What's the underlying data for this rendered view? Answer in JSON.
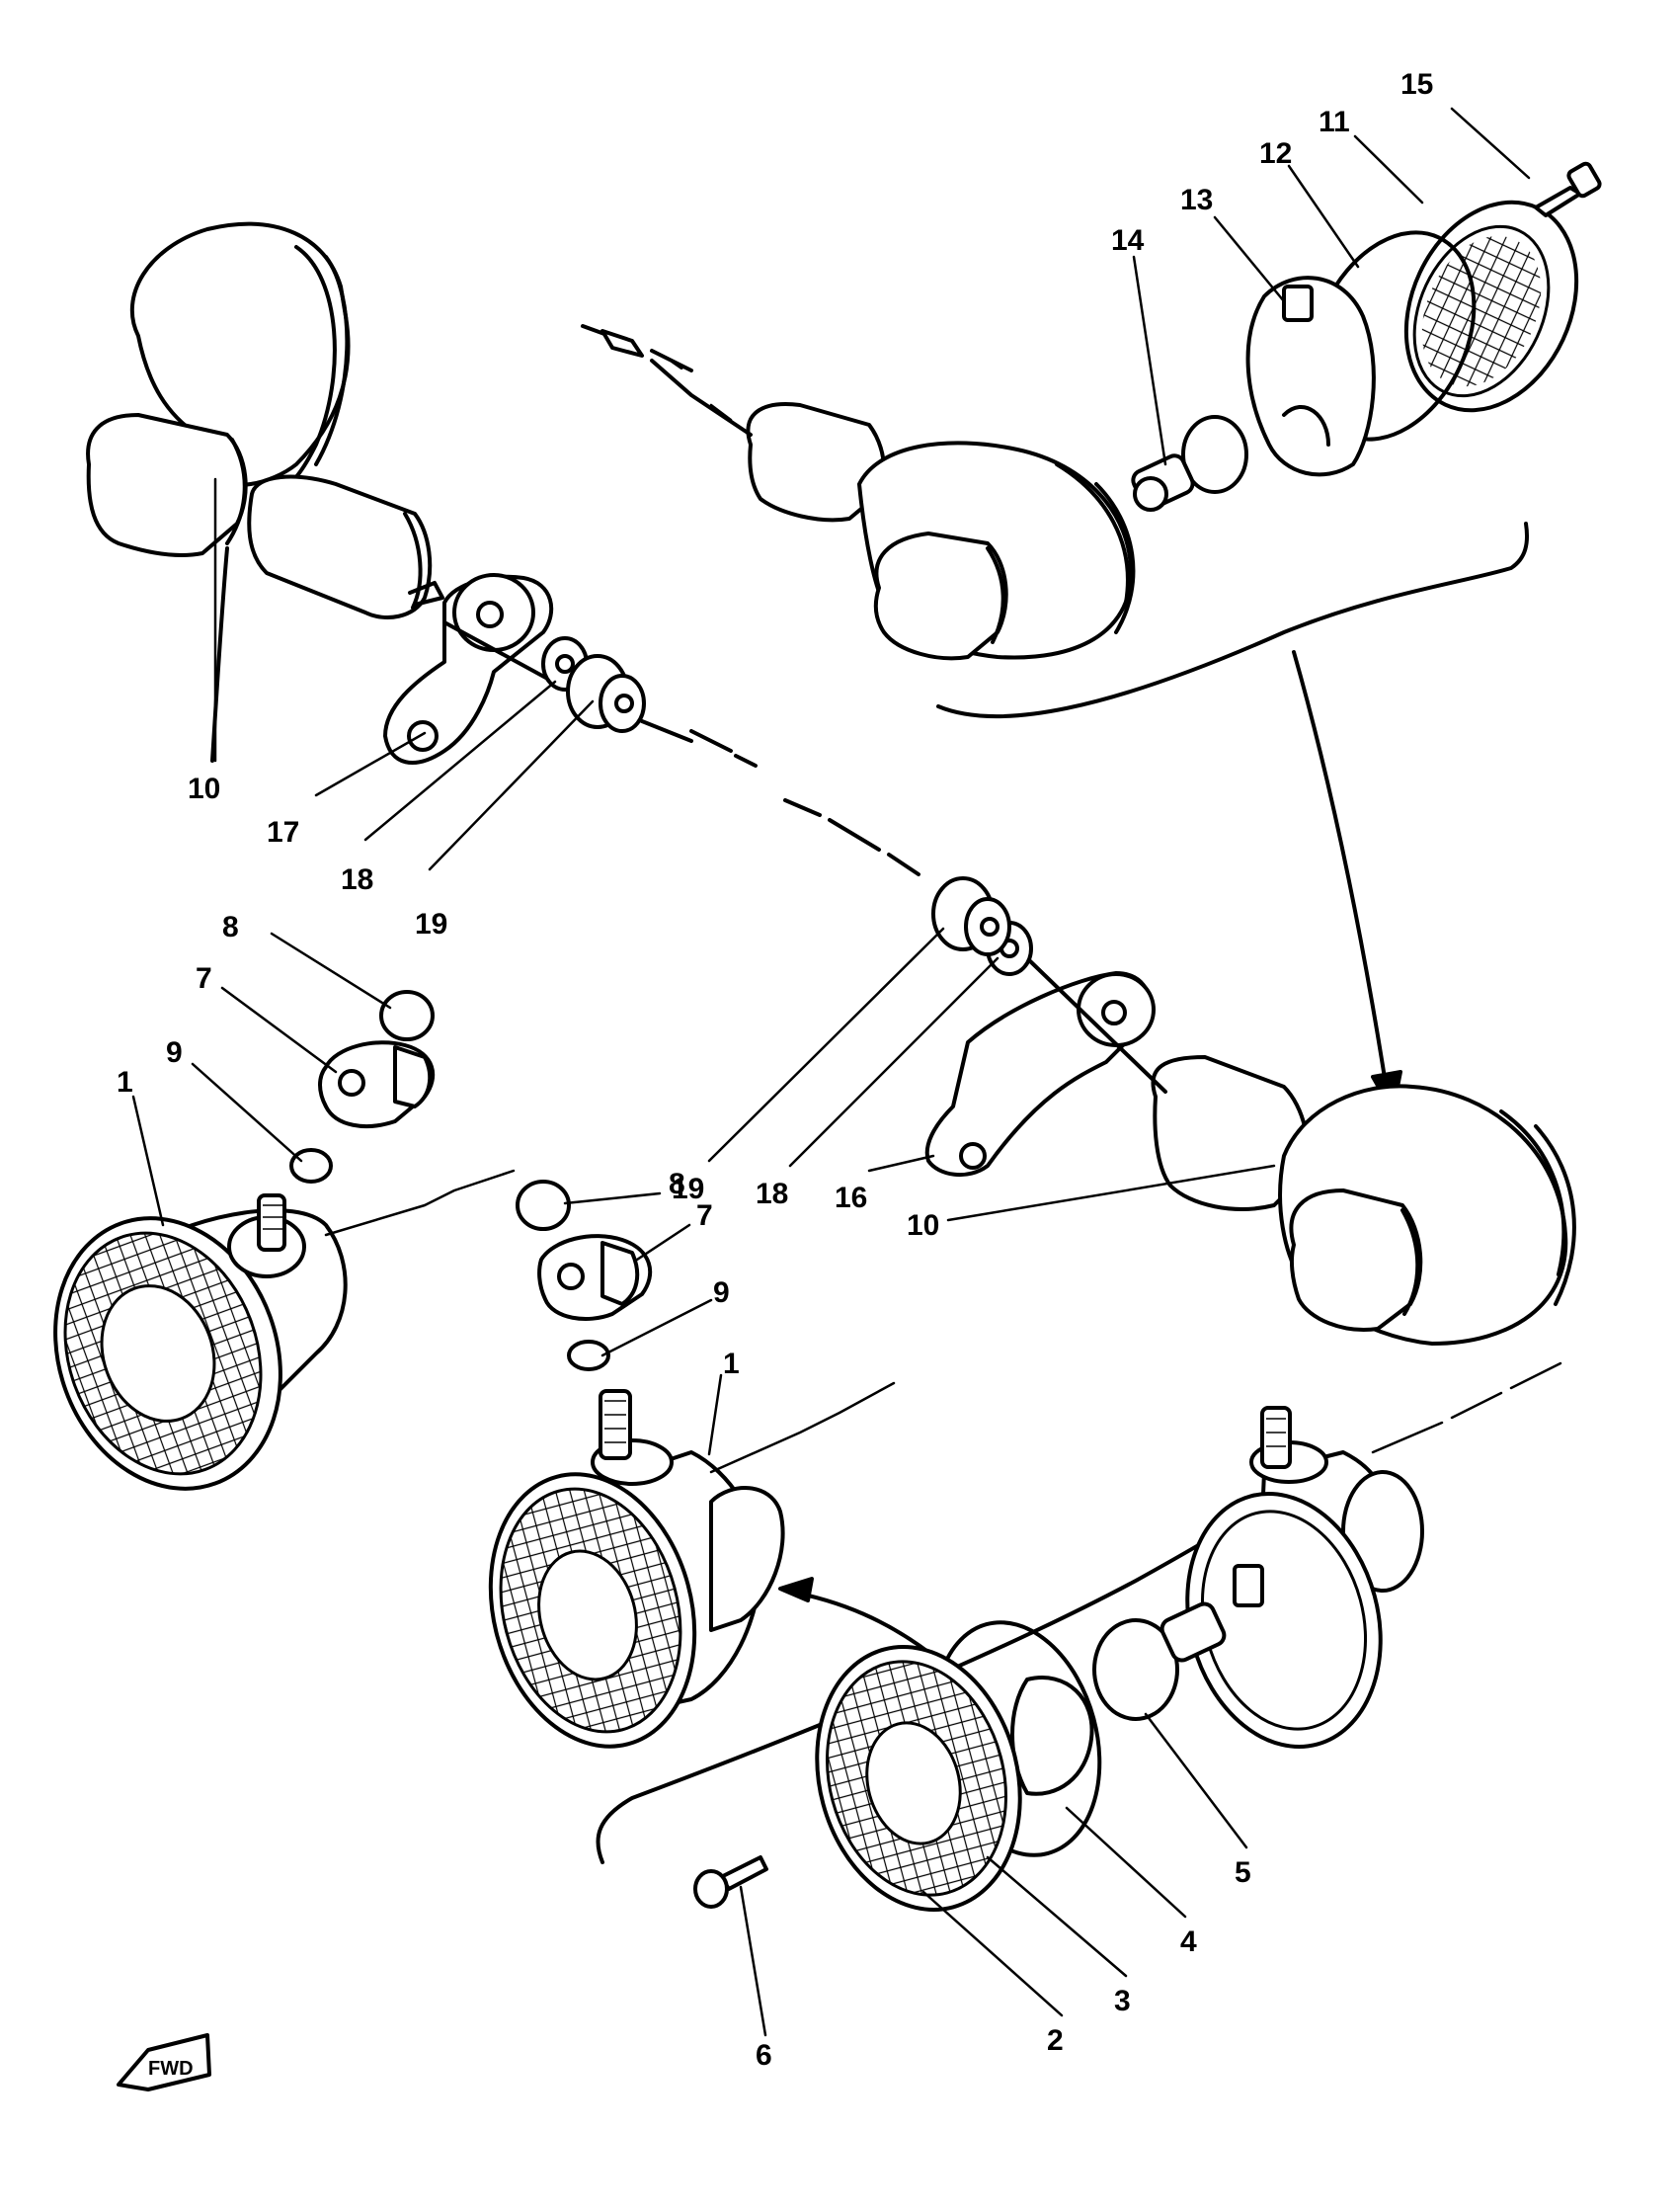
{
  "diagram": {
    "callouts": [
      {
        "id": "c15",
        "text": "15"
      },
      {
        "id": "c11",
        "text": "11"
      },
      {
        "id": "c12",
        "text": "12"
      },
      {
        "id": "c13",
        "text": "13"
      },
      {
        "id": "c14",
        "text": "14"
      },
      {
        "id": "c10a",
        "text": "10"
      },
      {
        "id": "c17",
        "text": "17"
      },
      {
        "id": "c18a",
        "text": "18"
      },
      {
        "id": "c19a",
        "text": "19"
      },
      {
        "id": "c8a",
        "text": "8"
      },
      {
        "id": "c7a",
        "text": "7"
      },
      {
        "id": "c9a",
        "text": "9"
      },
      {
        "id": "c1a",
        "text": "1"
      },
      {
        "id": "c19b",
        "text": "19"
      },
      {
        "id": "c18b",
        "text": "18"
      },
      {
        "id": "c16",
        "text": "16"
      },
      {
        "id": "c10b",
        "text": "10"
      },
      {
        "id": "c8b",
        "text": "8"
      },
      {
        "id": "c7b",
        "text": "7"
      },
      {
        "id": "c9b",
        "text": "9"
      },
      {
        "id": "c1b",
        "text": "1"
      },
      {
        "id": "c5",
        "text": "5"
      },
      {
        "id": "c4",
        "text": "4"
      },
      {
        "id": "c3",
        "text": "3"
      },
      {
        "id": "c2",
        "text": "2"
      },
      {
        "id": "c6",
        "text": "6"
      }
    ],
    "fwd_label": "FWD"
  }
}
